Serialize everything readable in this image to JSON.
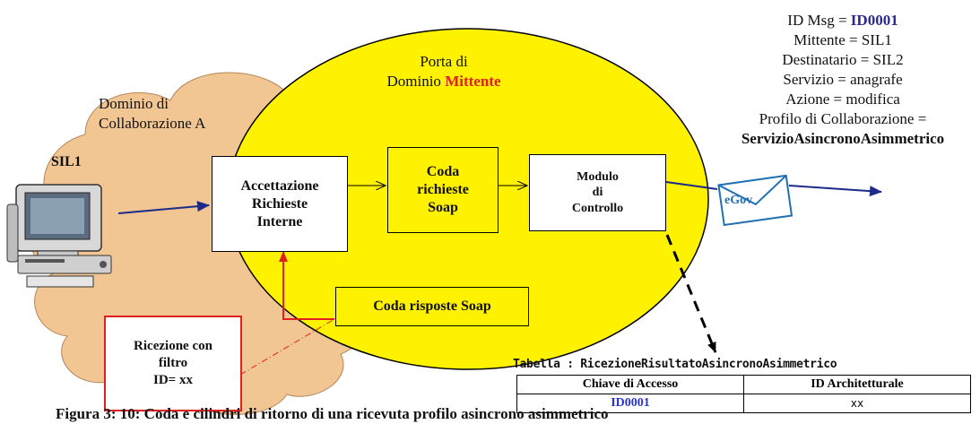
{
  "domain_zone": {
    "label_line1": "Dominio di",
    "label_line2": "Collaborazione A"
  },
  "porta": {
    "label_line1": "Porta di",
    "label_line2": "Dominio",
    "label_highlight": "Mittente",
    "highlight_color": "#e02020",
    "fill_color": "#fff200"
  },
  "sender": {
    "label": "SIL1",
    "icon": "computer-icon"
  },
  "components": {
    "accettazione": [
      "Accettazione",
      "Richieste",
      "Interne"
    ],
    "coda_richieste": [
      "Coda",
      "richieste",
      "Soap"
    ],
    "modulo": [
      "Modulo",
      "di",
      "Controllo"
    ],
    "coda_risposte": "Coda risposte Soap",
    "ricezione": [
      "Ricezione con",
      "filtro",
      "ID= xx"
    ]
  },
  "envelope": {
    "label": "eGov",
    "icon": "envelope-icon"
  },
  "message_info": {
    "id_prefix": "ID Msg = ",
    "id_value": "ID0001",
    "mittente": "Mittente = SIL1",
    "destinatario": "Destinatario = SIL2",
    "servizio": "Servizio = anagrafe",
    "azione": "Azione = modifica",
    "profilo_label": "Profilo di Collaborazione =",
    "profilo_value": "ServizioAsincronoAsimmetrico"
  },
  "table": {
    "title": "Tabella : RicezioneRisultatoAsincronoAsimmetrico",
    "headers": [
      "Chiave di Accesso",
      "ID Architetturale"
    ],
    "rows": [
      {
        "chiave": "ID0001",
        "id_arch": "xx"
      }
    ]
  },
  "caption": "Figura 3: 10: Coda e cilindri di ritorno di una ricevuta profilo asincrono asimmetrico"
}
